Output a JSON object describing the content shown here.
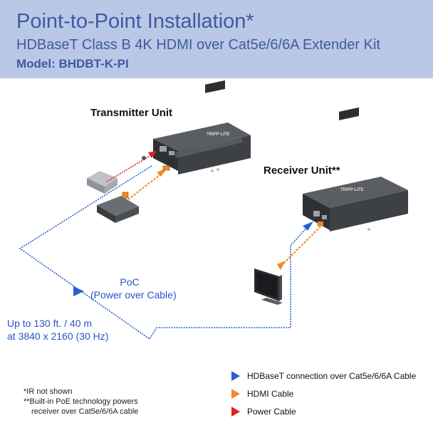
{
  "header": {
    "title": "Point-to-Point Installation*",
    "subtitle": "HDBaseT Class B 4K HDMI over Cat5e/6/6A Extender Kit",
    "model": "Model: BHDBT-K-PI"
  },
  "diagram": {
    "transmitter_label": "Transmitter Unit",
    "receiver_label": "Receiver Unit**",
    "device_brand": "TRIPP·LITE",
    "poc_line1": "PoC",
    "poc_line2": "(Power over Cable)",
    "distance_line1": "Up to 130 ft. / 40 m",
    "distance_line2": "at 3840 x 2160 (30 Hz)"
  },
  "notes": {
    "line1": "*IR not shown",
    "line2": "**Built-in PoE technology powers",
    "line3": "receiver over Cat5e/6/6A cable"
  },
  "legend": [
    {
      "label": "HDBaseT connection over Cat5e/6/6A Cable",
      "color": "#2a5fd0"
    },
    {
      "label": "HDMI Cable",
      "color": "#f08a24"
    },
    {
      "label": "Power Cable",
      "color": "#e02020"
    }
  ],
  "colors": {
    "header_bg": "#b9c8e6",
    "title_text": "#3e5aa0",
    "hdbaset": "#2a5fd0",
    "hdmi": "#f08a24",
    "power": "#e02020"
  }
}
